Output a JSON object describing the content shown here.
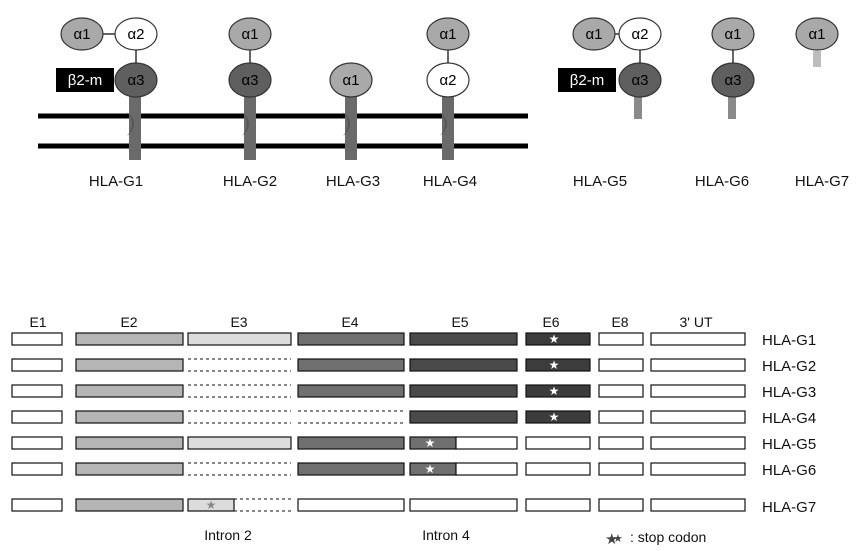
{
  "colors": {
    "alpha1": "#a9a9a9",
    "alpha2": "#ffffff",
    "alpha3": "#5f5f5f",
    "b2m_bg": "#000000",
    "membrane": "#000000",
    "tail": "#7a7a7a",
    "exon_e2": "#b5b5b5",
    "exon_e3": "#dcdcdc",
    "exon_e4": "#707070",
    "exon_e5": "#4a4a4a",
    "exon_e6": "#3c3c3c"
  },
  "protein_diagram": {
    "labels": {
      "a1": "α1",
      "a2": "α2",
      "a3": "α3",
      "b2m": "β2-m"
    },
    "isoforms": [
      {
        "name": "HLA-G1",
        "domains": [
          "α1",
          "α2",
          "α3"
        ],
        "b2m": true,
        "membrane_bound": true
      },
      {
        "name": "HLA-G2",
        "domains": [
          "α1",
          "α3"
        ],
        "b2m": false,
        "membrane_bound": true
      },
      {
        "name": "HLA-G3",
        "domains": [
          "α1"
        ],
        "b2m": false,
        "membrane_bound": true
      },
      {
        "name": "HLA-G4",
        "domains": [
          "α1",
          "α2"
        ],
        "b2m": false,
        "membrane_bound": true
      },
      {
        "name": "HLA-G5",
        "domains": [
          "α1",
          "α2",
          "α3"
        ],
        "b2m": true,
        "membrane_bound": false
      },
      {
        "name": "HLA-G6",
        "domains": [
          "α1",
          "α3"
        ],
        "b2m": false,
        "membrane_bound": false
      },
      {
        "name": "HLA-G7",
        "domains": [
          "α1"
        ],
        "b2m": false,
        "membrane_bound": false
      }
    ]
  },
  "gene_diagram": {
    "columns": [
      "E1",
      "E2",
      "E3",
      "E4",
      "E5",
      "E6",
      "E8",
      "3' UT"
    ],
    "rows": [
      "HLA-G1",
      "HLA-G2",
      "HLA-G3",
      "HLA-G4",
      "HLA-G5",
      "HLA-G6",
      "HLA-G7"
    ],
    "footer": {
      "intron2": "Intron 2",
      "intron4": "Intron 4",
      "legend": ": stop codon"
    }
  }
}
